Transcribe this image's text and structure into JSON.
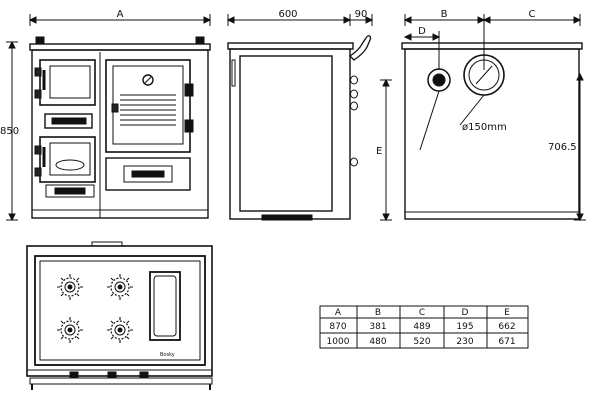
{
  "dimensions": {
    "front_width": "A",
    "side_depth": "600",
    "flue_offset": "90",
    "back_b": "B",
    "back_c": "C",
    "back_d": "D",
    "height": "850",
    "back_e": "E",
    "flue_height": "706.5",
    "flue_diameter": "ø150mm"
  },
  "plate_text": "Bosky",
  "table": {
    "headers": [
      "A",
      "B",
      "C",
      "D",
      "E"
    ],
    "rows": [
      [
        "870",
        "381",
        "489",
        "195",
        "662"
      ],
      [
        "1000",
        "480",
        "520",
        "230",
        "671"
      ]
    ]
  }
}
